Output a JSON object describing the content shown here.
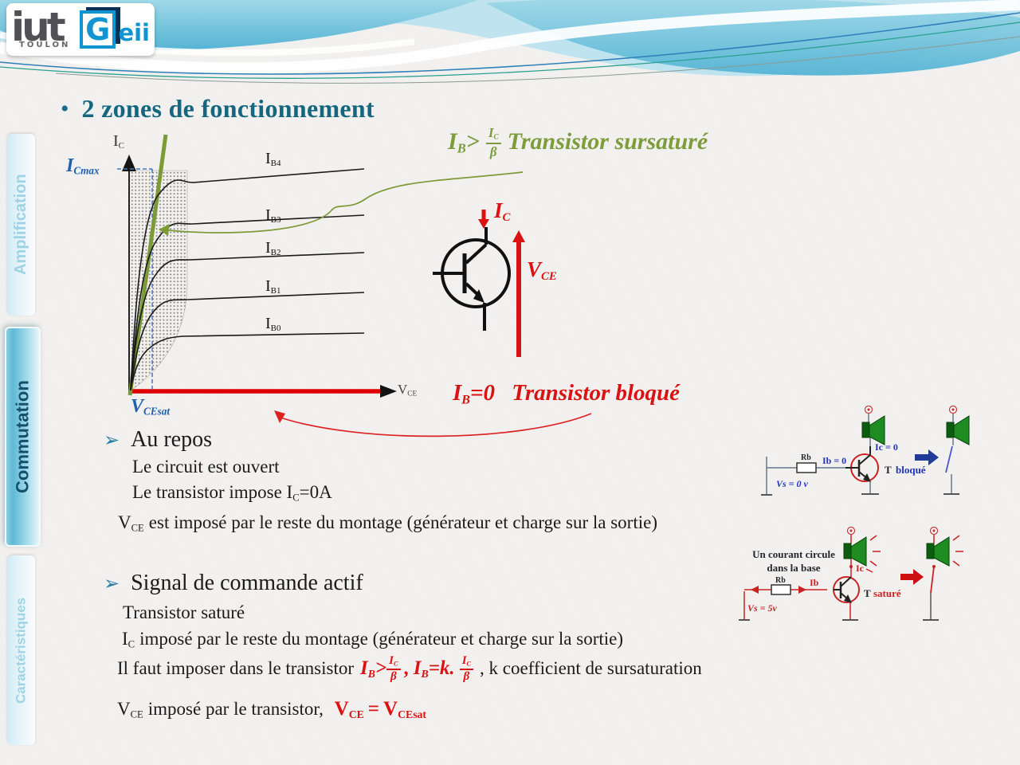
{
  "logo": {
    "iut": "iut",
    "toulon": "TOULON",
    "g": "G",
    "eii": "eii"
  },
  "icons": {
    "title_bullet": "•",
    "arrow_bullet": "➢"
  },
  "sidebar": {
    "tabs": [
      {
        "label": "Amplification",
        "active": false
      },
      {
        "label": "Commutation",
        "active": true
      },
      {
        "label": "Caractéristiques",
        "active": false
      }
    ]
  },
  "title": {
    "text": "2 zones de fonctionnement"
  },
  "graph": {
    "y_label": {
      "base": "I",
      "sub": "C"
    },
    "icmax": {
      "base": "I",
      "sub": "Cmax"
    },
    "vcesat": {
      "base": "V",
      "sub": "CEsat"
    },
    "x_label": {
      "base": "V",
      "sub": "CE"
    },
    "curve_labels": [
      {
        "base": "I",
        "sub": "B4"
      },
      {
        "base": "I",
        "sub": "B3"
      },
      {
        "base": "I",
        "sub": "B2"
      },
      {
        "base": "I",
        "sub": "B1"
      },
      {
        "base": "I",
        "sub": "B0"
      }
    ]
  },
  "sursature": {
    "f_base": "I",
    "f_sub": "B",
    "op": ">",
    "num_base": "I",
    "num_sub": "C",
    "den": "β",
    "label": "Transistor sursaturé"
  },
  "bloque": {
    "f_base": "I",
    "f_sub": "B",
    "rest": "=0",
    "label": "Transistor bloqué"
  },
  "transistor_fig": {
    "ic_base": "I",
    "ic_sub": "C",
    "vce_base": "V",
    "vce_sub": "CE"
  },
  "au_repos": {
    "heading": "Au repos",
    "line1": "Le circuit est ouvert",
    "line2_pre": "Le transistor impose I",
    "line2_sub": "C",
    "line2_post": "=0A",
    "line3_base": "V",
    "line3_sub": "CE",
    "line3_post": "est imposé par le reste du montage (générateur et charge sur la sortie)"
  },
  "signal": {
    "heading": "Signal de commande actif",
    "line1": "Transistor saturé",
    "line2_base": "I",
    "line2_sub": "C",
    "line2_post": "imposé par le reste du montage (générateur et charge sur la sortie)",
    "line3": {
      "intro": "Il faut imposer dans le transistor",
      "f1_base": "I",
      "f1_sub": "B",
      "f1_op": ">",
      "num_base": "I",
      "num_sub": "C",
      "den": "β",
      "sep": ",",
      "f2_base": "I",
      "f2_sub": "B",
      "f2_op": "=k.",
      "outro": ", k coefficient de sursaturation"
    },
    "line4": {
      "base": "V",
      "sub": "CE",
      "mid": "imposé par le transistor,",
      "r1_base": "V",
      "r1_sub": "CE",
      "eq": "=",
      "r2_base": "V",
      "r2_sub": "CEsat"
    }
  },
  "circuit_bloque": {
    "vs": "Vs = 0 v",
    "rb": "Rb",
    "ib": "Ib = 0",
    "ic": "Ic = 0",
    "t": "T",
    "state": "bloqué"
  },
  "circuit_sature": {
    "note1": "Un courant circule",
    "note2": "dans la base",
    "vs": "Vs = 5v",
    "rb": "Rb",
    "ib": "Ib",
    "ic": "Ic",
    "t": "T",
    "state": "saturé"
  },
  "colors": {
    "title_teal": "#15677f",
    "formula_green": "#7d9c3c",
    "formula_red": "#da1212",
    "label_blue": "#2060ae",
    "olive_line": "#7c9a35",
    "axis_red": "#dd0000"
  }
}
